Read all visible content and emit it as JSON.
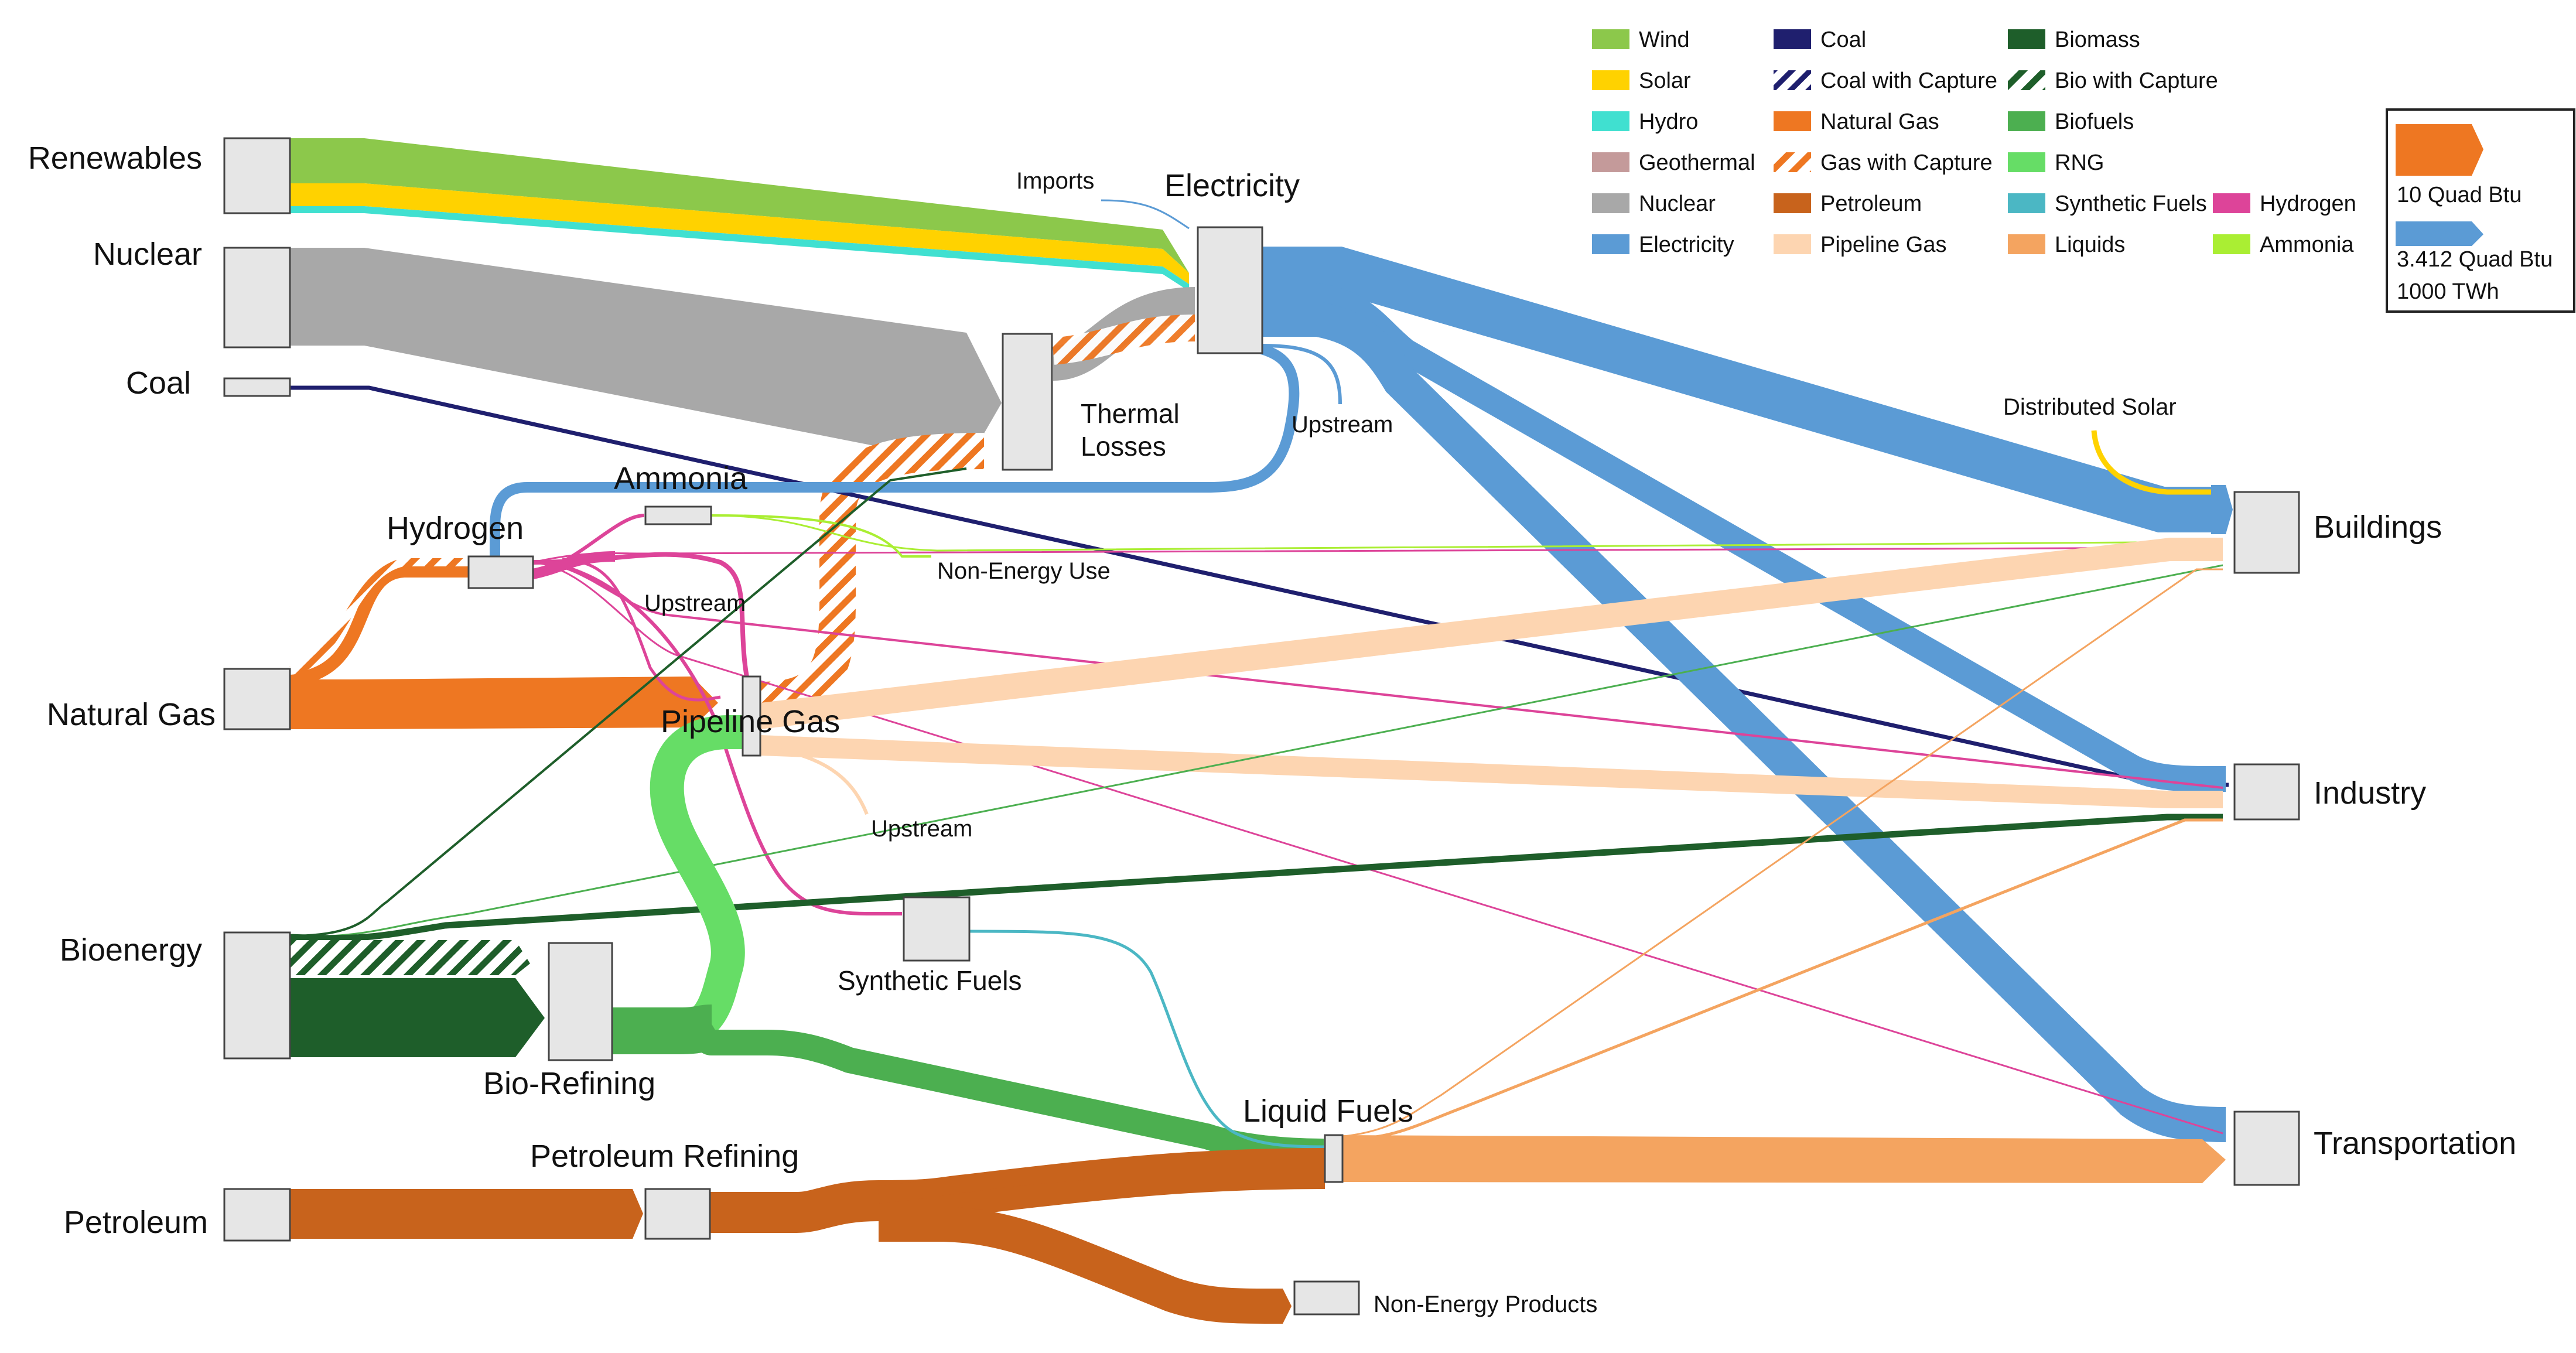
{
  "colors": {
    "wind": "#8CC84B",
    "solar": "#FFD200",
    "hydro": "#40E0D0",
    "geothermal": "#C49A9A",
    "nuclear": "#A8A8A8",
    "electricity": "#5B9BD5",
    "coal": "#1F1F6E",
    "natural_gas": "#EE7722",
    "petroleum": "#C8631C",
    "pipeline_gas": "#FDD5B1",
    "biomass": "#1E5E2A",
    "biofuels": "#4CAF50",
    "rng": "#66DD66",
    "synthetic_fuels": "#4BB7C4",
    "liquids": "#F4A460",
    "hydrogen": "#DD4499",
    "ammonia": "#AAEE33",
    "node": "#E6E6E6",
    "node_stroke": "#444444"
  },
  "legend": {
    "items": [
      {
        "label": "Wind",
        "swatch": "wind",
        "style": "solid"
      },
      {
        "label": "Solar",
        "swatch": "solar",
        "style": "solid"
      },
      {
        "label": "Hydro",
        "swatch": "hydro",
        "style": "solid"
      },
      {
        "label": "Geothermal",
        "swatch": "geothermal",
        "style": "solid"
      },
      {
        "label": "Nuclear",
        "swatch": "nuclear",
        "style": "solid"
      },
      {
        "label": "Electricity",
        "swatch": "electricity",
        "style": "solid"
      },
      {
        "label": "Coal",
        "swatch": "coal",
        "style": "solid"
      },
      {
        "label": "Coal with Capture",
        "swatch": "coal",
        "style": "hatch"
      },
      {
        "label": "Natural Gas",
        "swatch": "natural_gas",
        "style": "solid"
      },
      {
        "label": "Gas with Capture",
        "swatch": "natural_gas",
        "style": "hatch"
      },
      {
        "label": "Petroleum",
        "swatch": "petroleum",
        "style": "solid"
      },
      {
        "label": "Pipeline Gas",
        "swatch": "pipeline_gas",
        "style": "solid"
      },
      {
        "label": "Biomass",
        "swatch": "biomass",
        "style": "solid"
      },
      {
        "label": "Bio with Capture",
        "swatch": "biomass",
        "style": "hatch"
      },
      {
        "label": "Biofuels",
        "swatch": "biofuels",
        "style": "solid"
      },
      {
        "label": "RNG",
        "swatch": "rng",
        "style": "solid"
      },
      {
        "label": "Synthetic Fuels",
        "swatch": "synthetic_fuels",
        "style": "solid"
      },
      {
        "label": "Liquids",
        "swatch": "liquids",
        "style": "solid"
      },
      {
        "label": "Hydrogen",
        "swatch": "hydrogen",
        "style": "solid"
      },
      {
        "label": "Ammonia",
        "swatch": "ammonia",
        "style": "solid"
      }
    ],
    "scale": {
      "quad_label": "10 Quad Btu",
      "elec_label_1": "3.412 Quad Btu",
      "elec_label_2": "1000 TWh"
    }
  },
  "nodes": {
    "renewables": "Renewables",
    "nuclear": "Nuclear",
    "coal": "Coal",
    "natural_gas": "Natural Gas",
    "bioenergy": "Bioenergy",
    "petroleum": "Petroleum",
    "hydrogen": "Hydrogen",
    "ammonia": "Ammonia",
    "electricity": "Electricity",
    "thermal_losses_1": "Thermal",
    "thermal_losses_2": "Losses",
    "pipeline_gas": "Pipeline Gas",
    "bio_refining": "Bio-Refining",
    "synthetic_fuels": "Synthetic Fuels",
    "liquid_fuels": "Liquid Fuels",
    "petroleum_refining": "Petroleum Refining",
    "non_energy_products": "Non-Energy Products",
    "buildings": "Buildings",
    "industry": "Industry",
    "transportation": "Transportation"
  },
  "annotations": {
    "imports": "Imports",
    "upstream_electricity": "Upstream",
    "upstream_hydrogen": "Upstream",
    "upstream_pipeline": "Upstream",
    "non_energy_use": "Non-Energy Use",
    "distributed_solar": "Distributed Solar"
  }
}
